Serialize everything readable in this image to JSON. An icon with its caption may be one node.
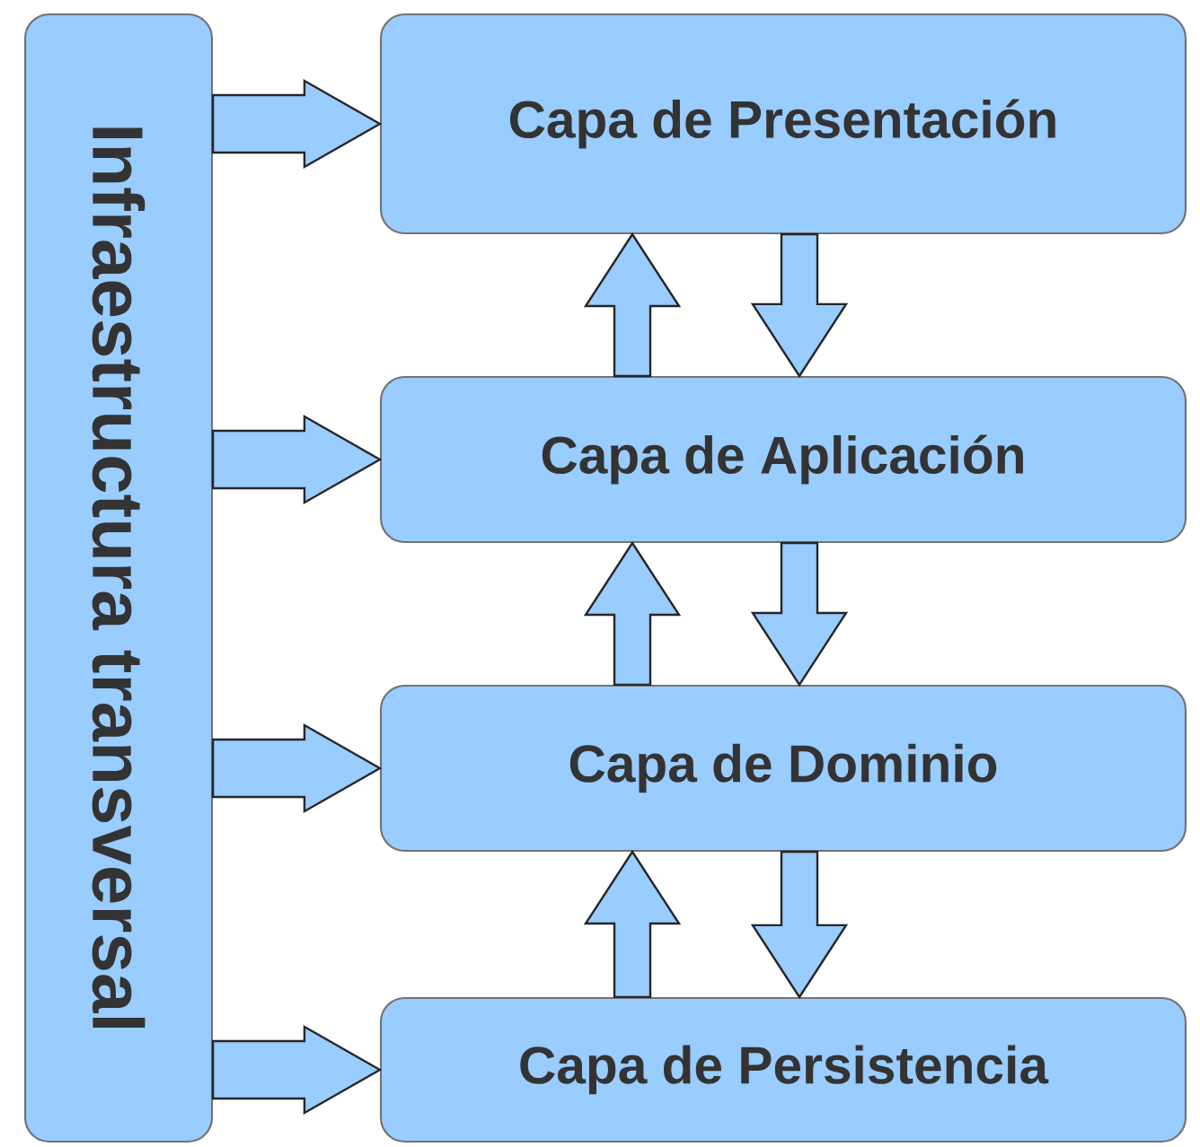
{
  "diagram": {
    "nodes": [
      {
        "text": [
          "Infraestructura transversal"
        ]
      },
      {
        "text": [
          "Capa de Presentación"
        ]
      },
      {
        "text": [
          "Capa de Aplicación"
        ]
      },
      {
        "text": [
          "Capa de Dominio"
        ]
      },
      {
        "text": [
          "Capa de Persistencia"
        ]
      }
    ],
    "edges": [
      {
        "from": 0,
        "to": 1,
        "arrow": "to"
      },
      {
        "from": 0,
        "to": 2,
        "arrow": "to"
      },
      {
        "from": 0,
        "to": 3,
        "arrow": "to"
      },
      {
        "from": 0,
        "to": 4,
        "arrow": "to"
      },
      {
        "from": 2,
        "to": 1,
        "arrow": "to"
      },
      {
        "from": 1,
        "to": 2,
        "arrow": "to"
      },
      {
        "from": 3,
        "to": 2,
        "arrow": "to"
      },
      {
        "from": 2,
        "to": 3,
        "arrow": "to"
      },
      {
        "from": 4,
        "to": 3,
        "arrow": "to"
      },
      {
        "from": 3,
        "to": 4,
        "arrow": "to"
      }
    ]
  }
}
